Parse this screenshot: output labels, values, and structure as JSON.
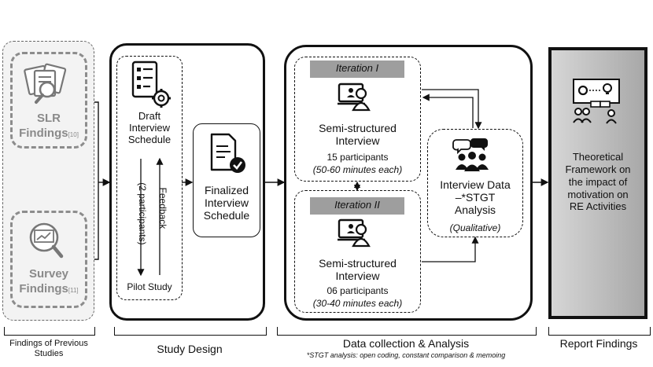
{
  "slr": {
    "title": "SLR",
    "findings": "Findings",
    "ref": "[10]"
  },
  "survey": {
    "title": "Survey",
    "findings": "Findings",
    "ref": "[11]"
  },
  "study_design": {
    "draft_schedule": "Draft\nInterview\nSchedule",
    "participants": "(2 participants)",
    "feedback": "Feedback",
    "pilot_study": "Pilot Study",
    "finalized_schedule": "Finalized\nInterview\nSchedule"
  },
  "iteration_1": {
    "label": "Iteration I",
    "title": "Semi-structured\nInterview",
    "participants": "15 participants",
    "duration": "(50-60 minutes each)"
  },
  "iteration_2": {
    "label": "Iteration II",
    "title": "Semi-structured\nInterview",
    "participants": "06 participants",
    "duration": "(30-40 minutes each)"
  },
  "analysis": {
    "title": "Interview Data\n–*STGT\nAnalysis",
    "type": "(Qualitative)"
  },
  "report": {
    "text": "Theoretical\nFramework on\nthe impact of\nmotivation on\nRE Activities",
    "fill_color": "#bdbdbd"
  },
  "phases": {
    "previous": "Findings of Previous\nStudies",
    "design": "Study Design",
    "collection": "Data collection & Analysis",
    "collection_note": "*STGT analysis: open coding, constant comparison & memoing",
    "report": "Report Findings"
  },
  "icons": [
    "documents-search-icon",
    "laptop-chart-search-icon",
    "checklist-gear-icon",
    "document-check-icon",
    "laptop-user-icon",
    "group-chat-icon",
    "framework-board-icon"
  ]
}
